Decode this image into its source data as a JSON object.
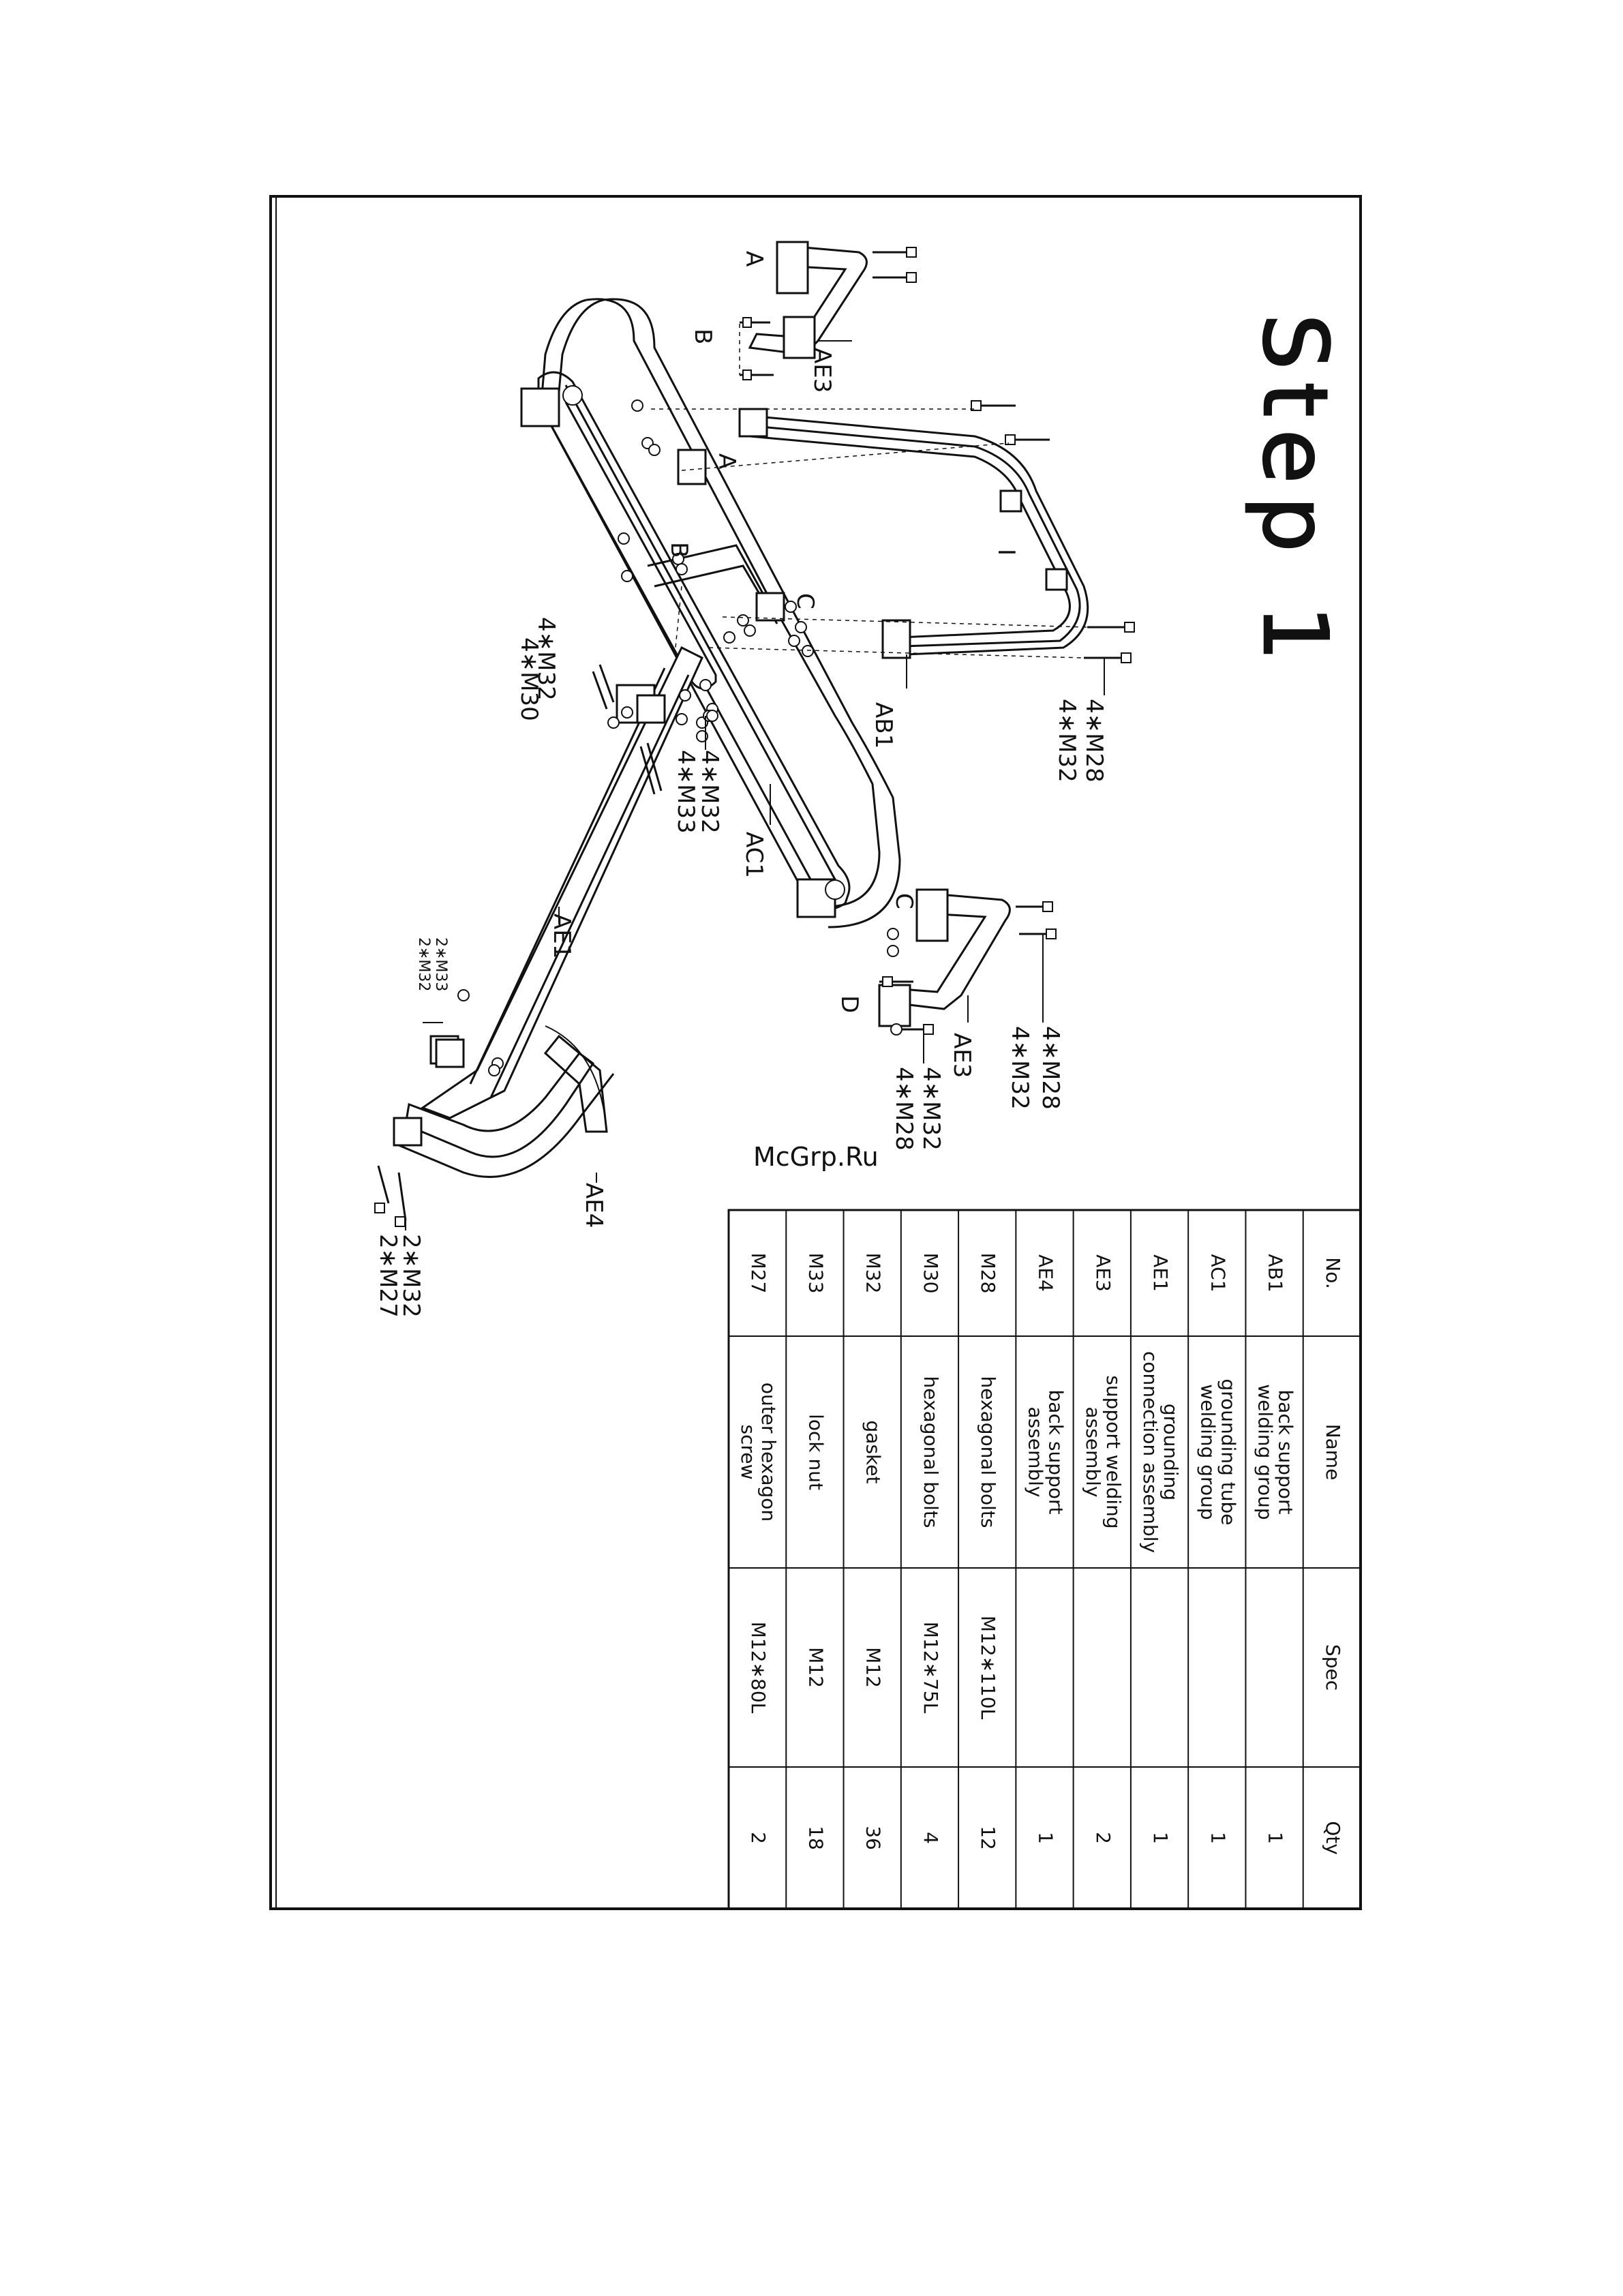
{
  "title": "Step 1",
  "watermark": "McGrp.Ru",
  "part_labels": {
    "ab1": "AB1",
    "ac1": "AC1",
    "ae1": "AE1",
    "ae3_top": "AE3",
    "ae3_right": "AE3",
    "ae4": "AE4",
    "a": "A",
    "b": "B",
    "c": "C",
    "d": "D",
    "i": "I",
    "a_mark": "A",
    "b_mark": "B",
    "c_mark": "C"
  },
  "callouts": {
    "m28_top": "4∗M28",
    "m32_top": "4∗M32",
    "m32_left": "4∗M32",
    "m30_left": "4∗M30",
    "m32_mid": "4∗M32",
    "m33_mid": "4∗M33",
    "m28_r1": "4∗M28",
    "m32_r1": "4∗M32",
    "m32_r2": "4∗M32",
    "m28_r2": "4∗M28",
    "m32_bot": "2∗M32",
    "m27_bot": "2∗M27",
    "m33_small": "2∗M33",
    "m32_small": "2∗M32"
  },
  "parts_table": {
    "headers": {
      "no": "No.",
      "name": "Name",
      "spec": "Spec",
      "qty": "Qty"
    },
    "rows": [
      {
        "no": "AB1",
        "name": [
          "back support",
          "welding group"
        ],
        "spec": "",
        "qty": "1"
      },
      {
        "no": "AC1",
        "name": [
          "grounding tube",
          "welding group"
        ],
        "spec": "",
        "qty": "1"
      },
      {
        "no": "AE1",
        "name": [
          "grounding",
          "connection assembly"
        ],
        "spec": "",
        "qty": "1"
      },
      {
        "no": "AE3",
        "name": [
          "support welding",
          "assembly"
        ],
        "spec": "",
        "qty": "2"
      },
      {
        "no": "AE4",
        "name": [
          "back support",
          "assembly"
        ],
        "spec": "",
        "qty": "1"
      },
      {
        "no": "M28",
        "name": [
          "hexagonal bolts"
        ],
        "spec": "M12∗110L",
        "qty": "12"
      },
      {
        "no": "M30",
        "name": [
          "hexagonal bolts"
        ],
        "spec": "M12∗75L",
        "qty": "4"
      },
      {
        "no": "M32",
        "name": [
          "gasket"
        ],
        "spec": "M12",
        "qty": "36"
      },
      {
        "no": "M33",
        "name": [
          "lock nut"
        ],
        "spec": "M12",
        "qty": "18"
      },
      {
        "no": "M27",
        "name": [
          "outer hexagon",
          "screw"
        ],
        "spec": "M12∗80L",
        "qty": "2"
      }
    ]
  }
}
